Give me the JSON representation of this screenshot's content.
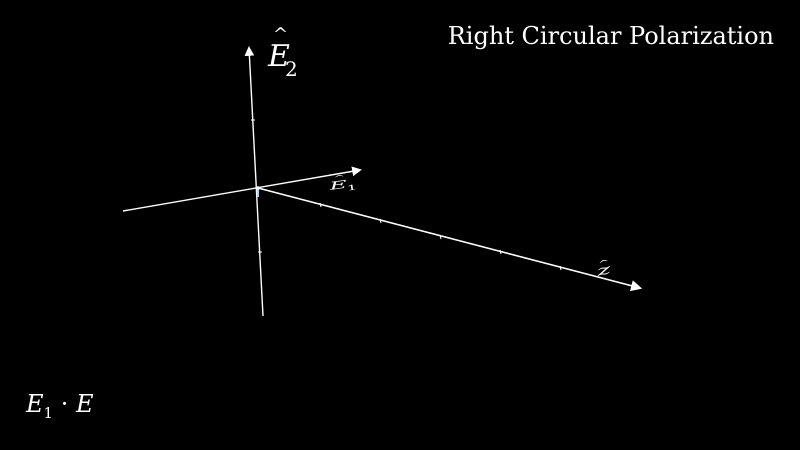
{
  "title": "Right Circular Polarization",
  "axes": {
    "e2": {
      "symbol": "E",
      "subscript": "2",
      "accent": "^"
    },
    "e1": {
      "symbol": "E",
      "subscript": "1",
      "accent": "^"
    },
    "z": {
      "symbol": "z",
      "accent": "^"
    }
  },
  "expression": {
    "part1_symbol": "E",
    "part1_sub": "1",
    "operator": "·",
    "part2_symbol": "E"
  },
  "colors": {
    "background": "#000000",
    "axis": "#ffffff",
    "vector": "#a8d8ff"
  }
}
